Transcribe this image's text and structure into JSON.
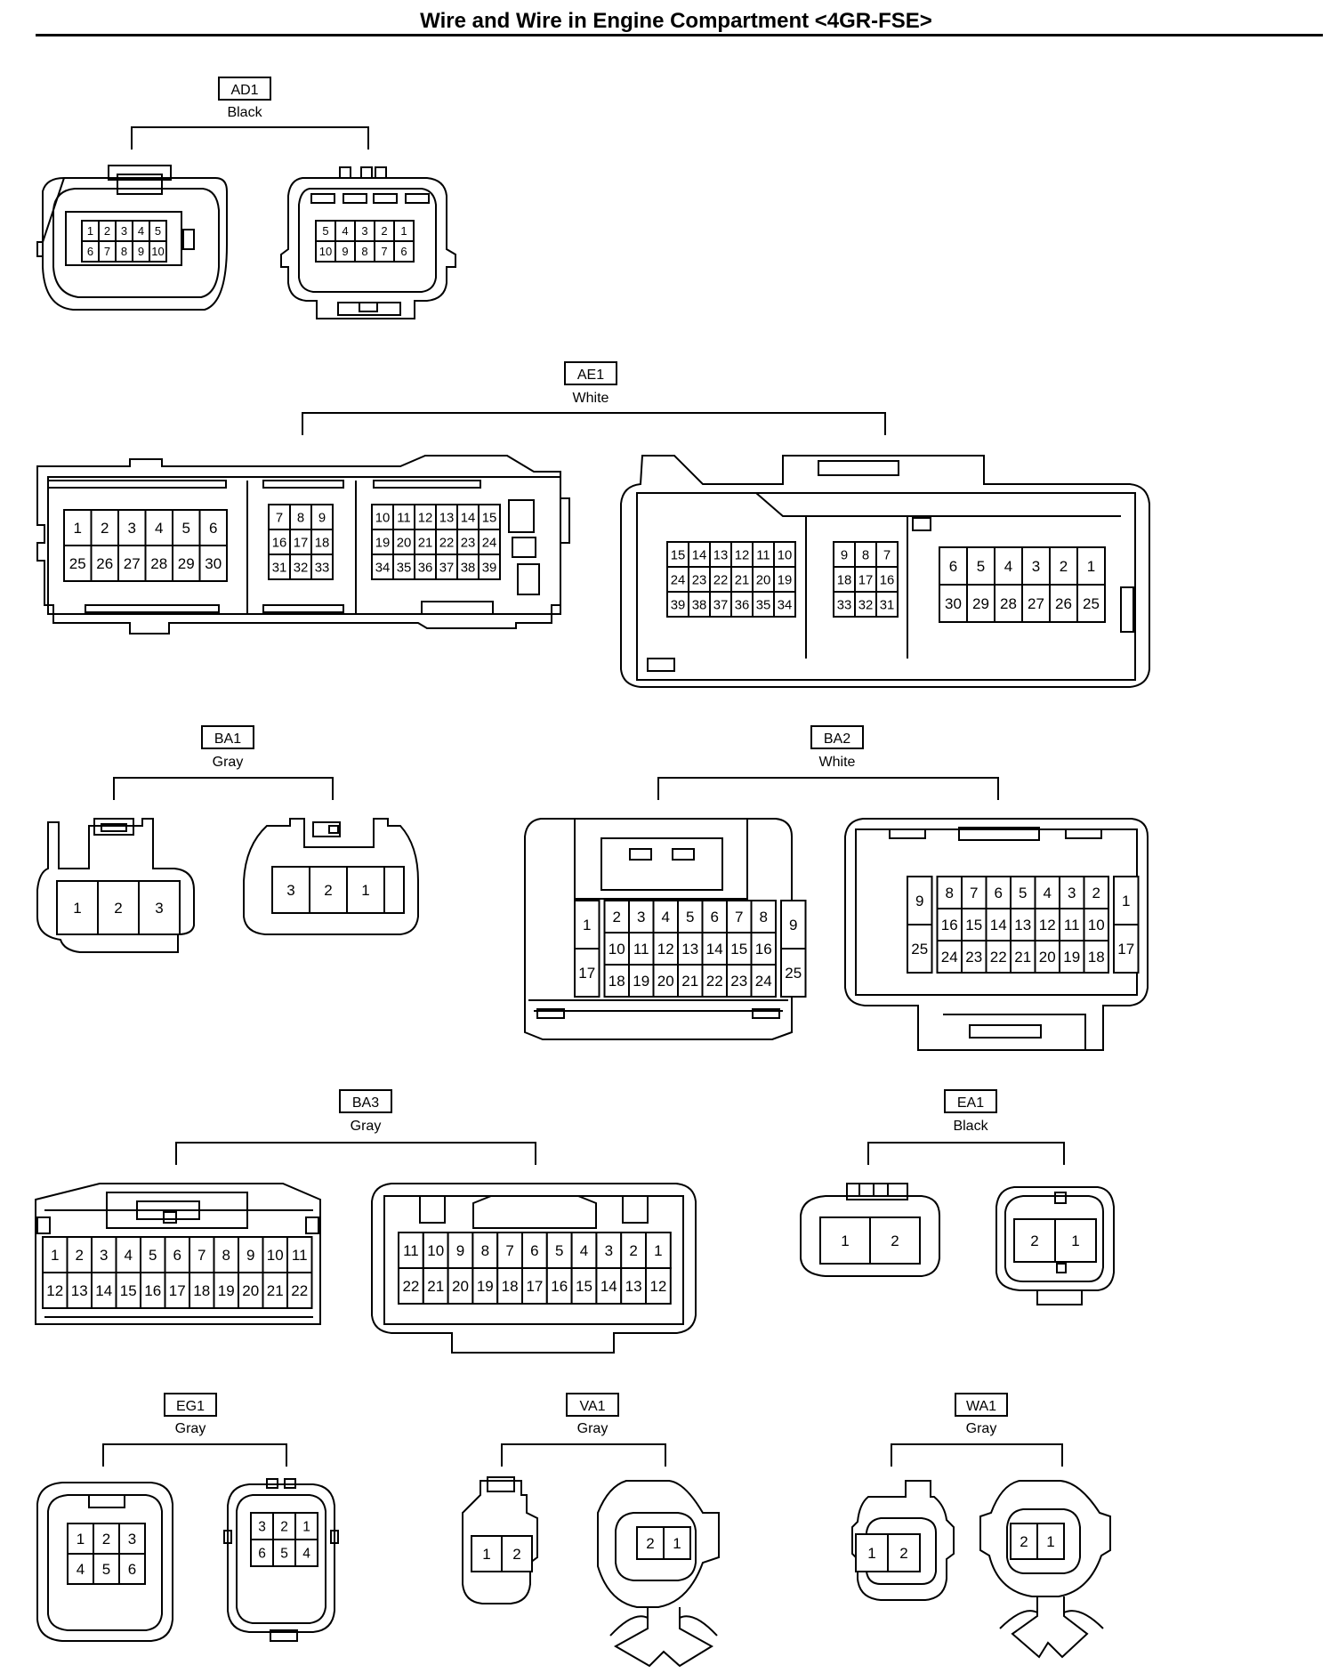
{
  "title": "Wire and Wire in Engine Compartment <4GR-FSE>",
  "connectors": [
    {
      "code": "AD1",
      "color": "Black",
      "views": [
        {
          "rows": [
            [
              "1",
              "2",
              "3",
              "4",
              "5"
            ],
            [
              "6",
              "7",
              "8",
              "9",
              "10"
            ]
          ]
        },
        {
          "rows": [
            [
              "5",
              "4",
              "3",
              "2",
              "1"
            ],
            [
              "10",
              "9",
              "8",
              "7",
              "6"
            ]
          ]
        }
      ]
    },
    {
      "code": "AE1",
      "color": "White",
      "views": [
        {
          "blocks": [
            {
              "rows": [
                [
                  "1",
                  "2",
                  "3",
                  "4",
                  "5",
                  "6"
                ],
                [
                  "25",
                  "26",
                  "27",
                  "28",
                  "29",
                  "30"
                ]
              ]
            },
            {
              "rows": [
                [
                  "7",
                  "8",
                  "9"
                ],
                [
                  "16",
                  "17",
                  "18"
                ],
                [
                  "31",
                  "32",
                  "33"
                ]
              ]
            },
            {
              "rows": [
                [
                  "10",
                  "11",
                  "12",
                  "13",
                  "14",
                  "15"
                ],
                [
                  "19",
                  "20",
                  "21",
                  "22",
                  "23",
                  "24"
                ],
                [
                  "34",
                  "35",
                  "36",
                  "37",
                  "38",
                  "39"
                ]
              ]
            }
          ]
        },
        {
          "blocks": [
            {
              "rows": [
                [
                  "15",
                  "14",
                  "13",
                  "12",
                  "11",
                  "10"
                ],
                [
                  "24",
                  "23",
                  "22",
                  "21",
                  "20",
                  "19"
                ],
                [
                  "39",
                  "38",
                  "37",
                  "36",
                  "35",
                  "34"
                ]
              ]
            },
            {
              "rows": [
                [
                  "9",
                  "8",
                  "7"
                ],
                [
                  "18",
                  "17",
                  "16"
                ],
                [
                  "33",
                  "32",
                  "31"
                ]
              ]
            },
            {
              "rows": [
                [
                  "6",
                  "5",
                  "4",
                  "3",
                  "2",
                  "1"
                ],
                [
                  "30",
                  "29",
                  "28",
                  "27",
                  "26",
                  "25"
                ]
              ]
            }
          ]
        }
      ]
    },
    {
      "code": "BA1",
      "color": "Gray",
      "views": [
        {
          "rows": [
            [
              "1",
              "2",
              "3"
            ]
          ]
        },
        {
          "rows": [
            [
              "3",
              "2",
              "1"
            ]
          ]
        }
      ]
    },
    {
      "code": "BA2",
      "color": "White",
      "views": [
        {
          "left": [
            "1",
            "17"
          ],
          "rows": [
            [
              "2",
              "3",
              "4",
              "5",
              "6",
              "7",
              "8"
            ],
            [
              "10",
              "11",
              "12",
              "13",
              "14",
              "15",
              "16"
            ],
            [
              "18",
              "19",
              "20",
              "21",
              "22",
              "23",
              "24"
            ]
          ],
          "right": [
            "9",
            "25"
          ]
        },
        {
          "left": [
            "9",
            "25"
          ],
          "rows": [
            [
              "8",
              "7",
              "6",
              "5",
              "4",
              "3",
              "2"
            ],
            [
              "16",
              "15",
              "14",
              "13",
              "12",
              "11",
              "10"
            ],
            [
              "24",
              "23",
              "22",
              "21",
              "20",
              "19",
              "18"
            ]
          ],
          "right": [
            "1",
            "17"
          ]
        }
      ]
    },
    {
      "code": "BA3",
      "color": "Gray",
      "views": [
        {
          "rows": [
            [
              "1",
              "2",
              "3",
              "4",
              "5",
              "6",
              "7",
              "8",
              "9",
              "10",
              "11"
            ],
            [
              "12",
              "13",
              "14",
              "15",
              "16",
              "17",
              "18",
              "19",
              "20",
              "21",
              "22"
            ]
          ]
        },
        {
          "rows": [
            [
              "11",
              "10",
              "9",
              "8",
              "7",
              "6",
              "5",
              "4",
              "3",
              "2",
              "1"
            ],
            [
              "22",
              "21",
              "20",
              "19",
              "18",
              "17",
              "16",
              "15",
              "14",
              "13",
              "12"
            ]
          ]
        }
      ]
    },
    {
      "code": "EA1",
      "color": "Black",
      "views": [
        {
          "rows": [
            [
              "1",
              "2"
            ]
          ]
        },
        {
          "rows": [
            [
              "2",
              "1"
            ]
          ]
        }
      ]
    },
    {
      "code": "EG1",
      "color": "Gray",
      "views": [
        {
          "rows": [
            [
              "1",
              "2",
              "3"
            ],
            [
              "4",
              "5",
              "6"
            ]
          ]
        },
        {
          "rows": [
            [
              "3",
              "2",
              "1"
            ],
            [
              "6",
              "5",
              "4"
            ]
          ]
        }
      ]
    },
    {
      "code": "VA1",
      "color": "Gray",
      "views": [
        {
          "rows": [
            [
              "1",
              "2"
            ]
          ]
        },
        {
          "rows": [
            [
              "2",
              "1"
            ]
          ]
        }
      ]
    },
    {
      "code": "WA1",
      "color": "Gray",
      "views": [
        {
          "rows": [
            [
              "1",
              "2"
            ]
          ]
        },
        {
          "rows": [
            [
              "2",
              "1"
            ]
          ]
        }
      ]
    }
  ]
}
